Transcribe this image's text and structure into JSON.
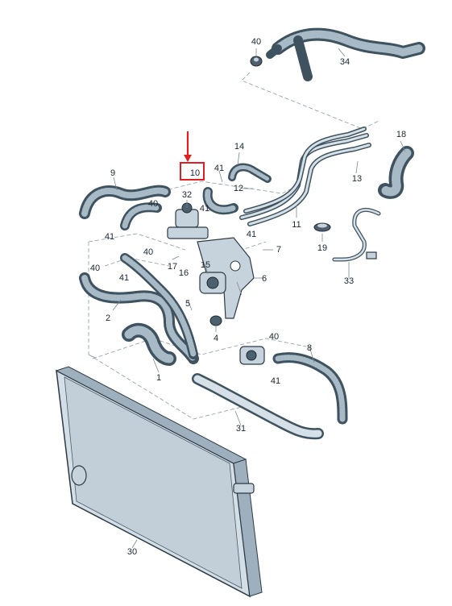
{
  "diagram": {
    "callouts": [
      "40",
      "34",
      "18",
      "14",
      "41",
      "10",
      "13",
      "9",
      "12",
      "32",
      "40",
      "41",
      "11",
      "41",
      "41",
      "19",
      "40",
      "7",
      "17",
      "15",
      "40",
      "41",
      "6",
      "16",
      "33",
      "5",
      "2",
      "4",
      "40",
      "8",
      "41",
      "1",
      "31",
      "30"
    ],
    "highlighted_callout": "10",
    "colors": {
      "highlight": "#e02020",
      "hose": "#3f5260",
      "hose_light": "#9fb3c0",
      "part": "#c6d3dc"
    }
  }
}
